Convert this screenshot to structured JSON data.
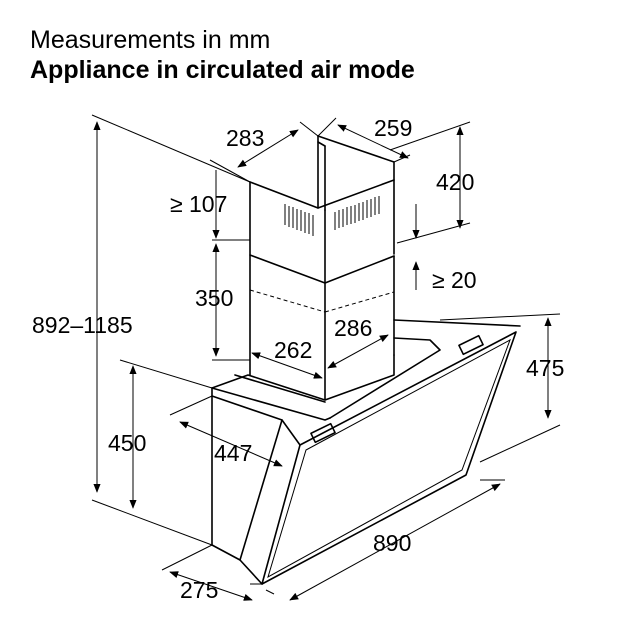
{
  "header": {
    "subtitle": "Measurements in mm",
    "title": "Appliance in circulated air mode"
  },
  "dimensions": {
    "chimney_depth": "283",
    "chimney_width": "259",
    "chimney_top_offset": "420",
    "chimney_gap_top": "≥ 107",
    "chimney_gap_bottom": "≥ 20",
    "chimney_lower_height": "350",
    "inner_width": "262",
    "inner_depth": "286",
    "total_height": "892–1185",
    "canopy_height": "475",
    "body_height": "450",
    "body_depth": "447",
    "total_width": "890",
    "base_depth": "275"
  }
}
